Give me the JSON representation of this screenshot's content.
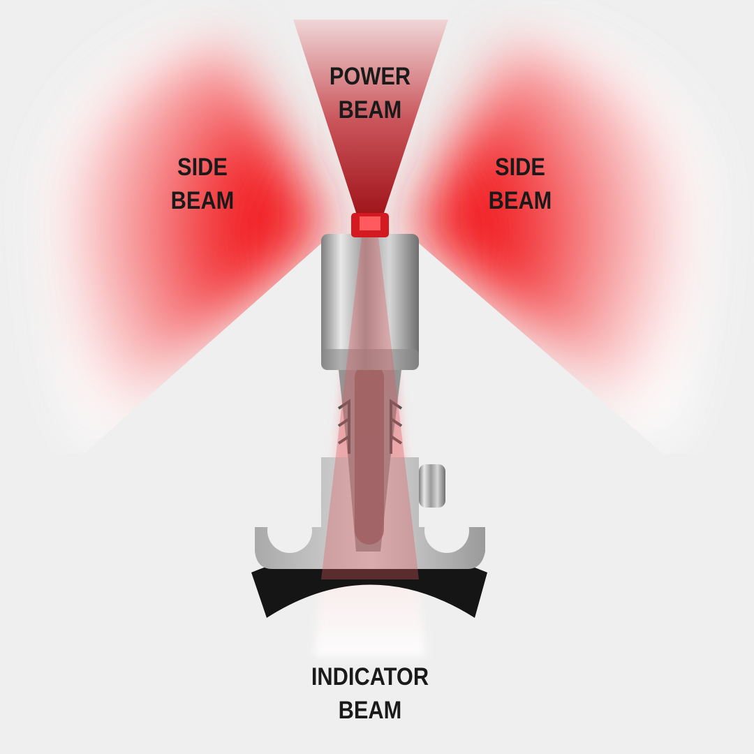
{
  "labels": {
    "power_beam": [
      "POWER",
      "BEAM"
    ],
    "side_beam_left": [
      "SIDE",
      "BEAM"
    ],
    "side_beam_right": [
      "SIDE",
      "BEAM"
    ],
    "indicator_beam": [
      "INDICATOR",
      "BEAM"
    ]
  },
  "colors": {
    "background": "#efefef",
    "beam_red": "#f0191e",
    "power_beam_dark": "#a8141a",
    "device_silver": "#b8b8b8",
    "base_black": "#151515"
  }
}
